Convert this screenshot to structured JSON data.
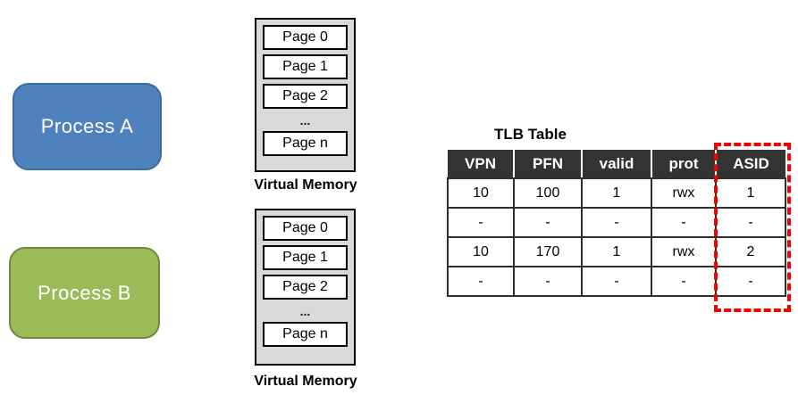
{
  "processes": [
    {
      "label": "Process A"
    },
    {
      "label": "Process B"
    }
  ],
  "memory_stacks": [
    {
      "pages": [
        "Page 0",
        "Page 1",
        "Page 2"
      ],
      "ellipsis": "...",
      "last_page": "Page n",
      "caption": "Virtual Memory"
    },
    {
      "pages": [
        "Page 0",
        "Page 1",
        "Page 2"
      ],
      "ellipsis": "...",
      "last_page": "Page n",
      "caption": "Virtual Memory"
    }
  ],
  "tlb": {
    "title": "TLB Table",
    "columns": [
      "VPN",
      "PFN",
      "valid",
      "prot",
      "ASID"
    ],
    "rows": [
      [
        "10",
        "100",
        "1",
        "rwx",
        "1"
      ],
      [
        "-",
        "-",
        "-",
        "-",
        "-"
      ],
      [
        "10",
        "170",
        "1",
        "rwx",
        "2"
      ],
      [
        "-",
        "-",
        "-",
        "-",
        "-"
      ]
    ],
    "highlighted_column": "ASID"
  },
  "colors": {
    "process-a-fill": "#4f81bd",
    "process-a-border": "#3d6b9f",
    "process-b-fill": "#9bbb59",
    "process-b-border": "#71893f",
    "stack-bg": "#d9d9d9",
    "table-header-bg": "#333333",
    "table-border": "#2e2e2e",
    "highlight-red": "#f30000"
  }
}
